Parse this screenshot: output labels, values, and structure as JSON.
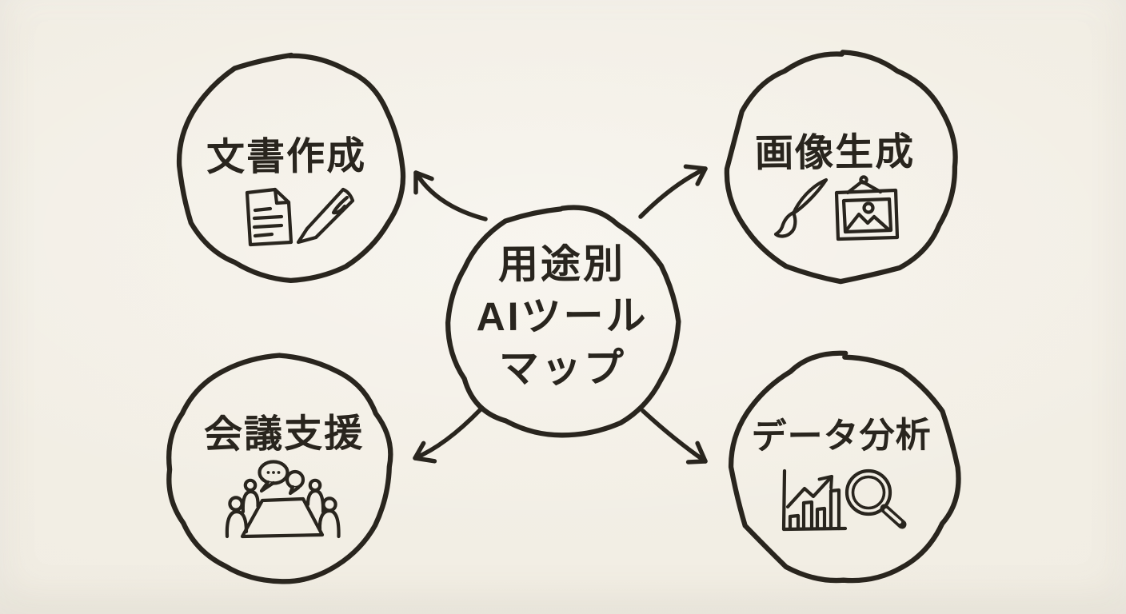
{
  "diagram": {
    "title": "用途別AIツールマップ",
    "type": "mindmap",
    "center": {
      "lines": [
        "用途別",
        "AIツール",
        "マップ"
      ]
    },
    "nodes": [
      {
        "id": "document-creation",
        "label": "文書作成",
        "position": "top-left",
        "icons": [
          "document-icon",
          "pen-icon"
        ]
      },
      {
        "id": "image-generation",
        "label": "画像生成",
        "position": "top-right",
        "icons": [
          "paintbrush-icon",
          "picture-frame-icon"
        ]
      },
      {
        "id": "meeting-support",
        "label": "会議支援",
        "position": "bottom-left",
        "icons": [
          "speech-bubbles-icon",
          "meeting-table-people-icon"
        ]
      },
      {
        "id": "data-analysis",
        "label": "データ分析",
        "position": "bottom-right",
        "icons": [
          "bar-chart-trend-icon",
          "magnifying-glass-icon"
        ]
      }
    ],
    "edges": [
      {
        "from": "center",
        "to": "document-creation",
        "style": "curved-arrow"
      },
      {
        "from": "center",
        "to": "image-generation",
        "style": "curved-arrow"
      },
      {
        "from": "center",
        "to": "meeting-support",
        "style": "curved-arrow"
      },
      {
        "from": "center",
        "to": "data-analysis",
        "style": "curved-arrow"
      }
    ],
    "colors": {
      "paper": "#f1ede3",
      "ink": "#29251e"
    }
  }
}
